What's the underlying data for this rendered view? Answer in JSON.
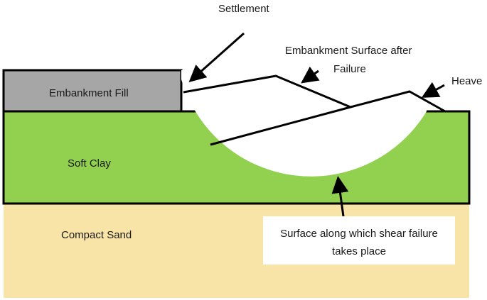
{
  "labels": {
    "settlement": "Settlement",
    "embankment_surface_line1": "Embankment Surface after",
    "embankment_surface_line2": "Failure",
    "heave": "Heave",
    "embankment_fill": "Embankment Fill",
    "soft_clay": "Soft Clay",
    "compact_sand": "Compact Sand",
    "shear_surface_line1": "Surface along which shear failure",
    "shear_surface_line2": "takes place"
  },
  "colors": {
    "embankment_fill": "#a6a6a6",
    "soft_clay": "#92d050",
    "compact_sand": "#f9e4a7",
    "outline": "#000000",
    "failure_zone": "#ffffff"
  }
}
